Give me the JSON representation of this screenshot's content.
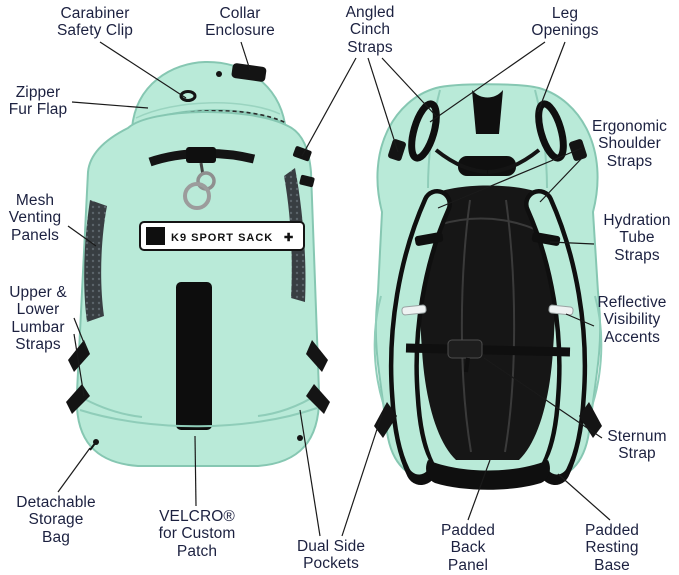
{
  "colors": {
    "bag_mint": "#b9ead8",
    "bag_mint_outline": "#86c7b2",
    "bag_black": "#0f0f0f",
    "label_text": "#1c2140",
    "background": "#ffffff"
  },
  "logo_patch": {
    "text": "K9 SPORT SACK",
    "cross": "✚"
  },
  "callouts": [
    {
      "id": "carabiner-safety-clip",
      "text": "Carabiner\nSafety Clip"
    },
    {
      "id": "collar-enclosure",
      "text": "Collar\nEnclosure"
    },
    {
      "id": "angled-cinch-straps",
      "text": "Angled\nCinch\nStraps"
    },
    {
      "id": "leg-openings",
      "text": "Leg\nOpenings"
    },
    {
      "id": "zipper-fur-flap",
      "text": "Zipper\nFur Flap"
    },
    {
      "id": "mesh-venting-panels",
      "text": "Mesh\nVenting\nPanels"
    },
    {
      "id": "upper-lower-lumbar-straps",
      "text": "Upper &\nLower\nLumbar\nStraps"
    },
    {
      "id": "ergonomic-shoulder-straps",
      "text": "Ergonomic\nShoulder\nStraps"
    },
    {
      "id": "hydration-tube-straps",
      "text": "Hydration\nTube\nStraps"
    },
    {
      "id": "reflective-visibility-accents",
      "text": "Reflective\nVisibility\nAccents"
    },
    {
      "id": "sternum-strap",
      "text": "Sternum\nStrap"
    },
    {
      "id": "detachable-storage-bag",
      "text": "Detachable\nStorage\nBag"
    },
    {
      "id": "velcro-custom-patch",
      "text": "VELCRO®\nfor Custom\nPatch"
    },
    {
      "id": "dual-side-pockets",
      "text": "Dual Side\nPockets"
    },
    {
      "id": "padded-back-panel",
      "text": "Padded\nBack\nPanel"
    },
    {
      "id": "padded-resting-base",
      "text": "Padded\nResting\nBase"
    }
  ]
}
